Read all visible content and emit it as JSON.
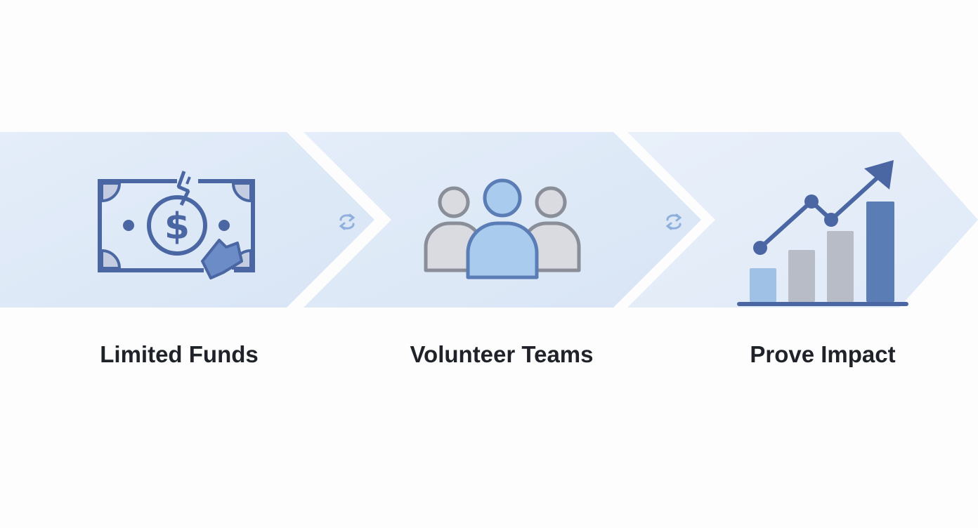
{
  "colors": {
    "background": "#fdfdfd",
    "chevron_fill": "#dde8f6",
    "chevron_fill_light": "#e6eef9",
    "icon_dark_blue": "#4a67a3",
    "icon_mid_blue": "#5b7db6",
    "icon_light_blue": "#a9cbed",
    "icon_gray_fill": "#d9dbe0",
    "icon_gray_stroke": "#8a8e98",
    "label_text": "#1f2329"
  },
  "steps": [
    {
      "label": "Limited Funds",
      "icon": "broken-dollar-bill-icon"
    },
    {
      "label": "Volunteer Teams",
      "icon": "people-group-icon"
    },
    {
      "label": "Prove Impact",
      "icon": "growth-chart-icon"
    }
  ],
  "connectors": [
    {
      "icon": "recycle-arrows-icon"
    },
    {
      "icon": "recycle-arrows-icon"
    }
  ]
}
